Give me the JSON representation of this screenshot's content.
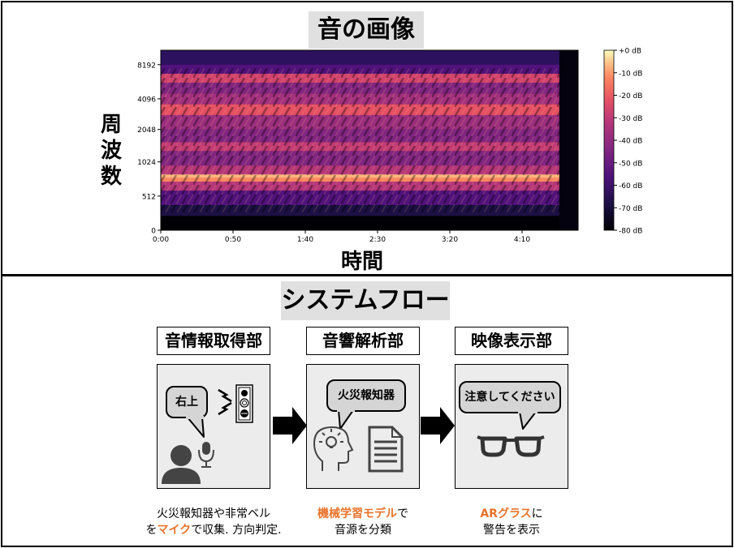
{
  "spectrogram": {
    "title": "音の画像",
    "ylabel": "周波数",
    "xlabel": "時間",
    "chart_data": {
      "type": "heatmap",
      "y_ticks": [
        "0",
        "512",
        "1024",
        "2048",
        "4096",
        "8192"
      ],
      "x_ticks": [
        "0:00",
        "0:50",
        "1:40",
        "2:30",
        "3:20",
        "4:10"
      ],
      "colorbar_ticks": [
        "+0 dB",
        "-10 dB",
        "-20 dB",
        "-30 dB",
        "-40 dB",
        "-50 dB",
        "-60 dB",
        "-70 dB",
        "-80 dB"
      ],
      "colorbar_range_db": [
        -80,
        0
      ],
      "colormap": "magma"
    }
  },
  "flow": {
    "title": "システムフロー",
    "stages": [
      {
        "title": "音情報取得部",
        "bubble": "右上",
        "caption_pre": "火災報知器や非常ベル",
        "caption_line2_pre": "を",
        "caption_highlight": "マイク",
        "caption_line2_post": "で収集. 方向判定."
      },
      {
        "title": "音響解析部",
        "bubble": "火災報知器",
        "caption_highlight": "機械学習モデル",
        "caption_post": "で",
        "caption_line2": "音源を分類"
      },
      {
        "title": "映像表示部",
        "bubble": "注意してください",
        "caption_highlight": "ARグラス",
        "caption_post": "に",
        "caption_line2": "警告を表示"
      }
    ],
    "colors": {
      "highlight": "#e8742c",
      "bubble": "#d5d5d5",
      "stage_bg": "#ececec"
    }
  }
}
